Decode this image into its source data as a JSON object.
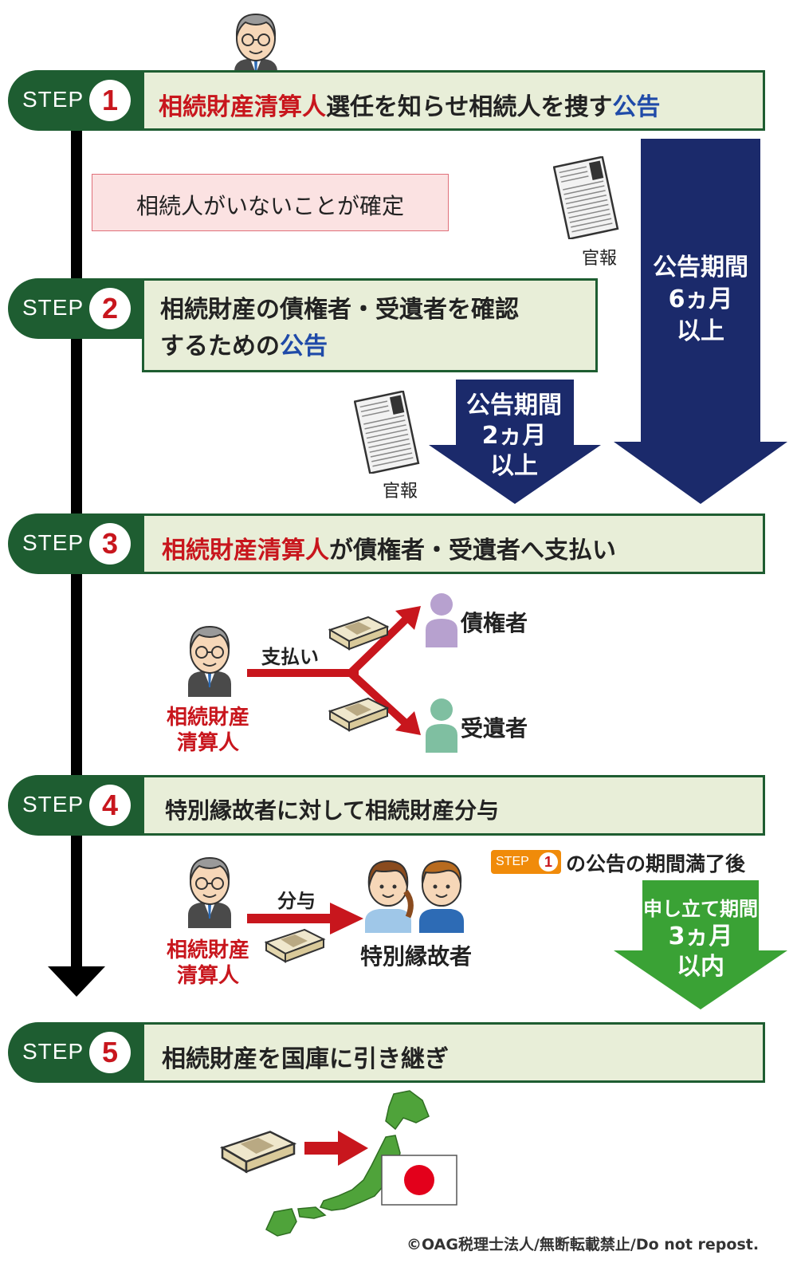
{
  "colors": {
    "step_green": "#1e5d31",
    "box_fill": "#e8eed8",
    "navy": "#1b2a6b",
    "accent_red": "#c8161d",
    "bright_green": "#3aa235",
    "orange": "#f08b0a"
  },
  "step_word": "STEP",
  "steps": [
    {
      "num": "1",
      "pre": "",
      "red": "相続財産清算人",
      "mid": "選任を知らせ相続人を捜す",
      "blue": "公告"
    },
    {
      "num": "2",
      "line1": "相続財産の債権者・受遺者を確認",
      "line2_pre": "するための",
      "blue": "公告"
    },
    {
      "num": "3",
      "red": "相続財産清算人",
      "rest": "が債権者・受遺者へ支払い"
    },
    {
      "num": "4",
      "text": "特別縁故者に対して相続財産分与"
    },
    {
      "num": "5",
      "text": "相続財産を国庫に引き継ぎ"
    }
  ],
  "note_no_heir": "相続人がいないことが確定",
  "kanpo": "官報",
  "period6": {
    "line1": "公告期間",
    "line2": "6ヵ月",
    "line3": "以上"
  },
  "period2": {
    "line1": "公告期間",
    "line2": "2ヵ月",
    "line3": "以上"
  },
  "step3_figure": {
    "payment": "支払い",
    "creditor": "債権者",
    "legatee": "受遺者",
    "administrator_line1": "相続財産",
    "administrator_line2": "清算人"
  },
  "step4_figure": {
    "distribution": "分与",
    "special": "特別縁故者",
    "administrator_line1": "相続財産",
    "administrator_line2": "清算人",
    "badge_step": "STEP",
    "badge_num": "1",
    "after": "の公告の期間満了後"
  },
  "period3": {
    "line1": "申し立て期間",
    "line2": "3ヵ月",
    "line3": "以内"
  },
  "copyright": "©OAG税理士法人/無断転載禁止/Do not repost.",
  "icons": [
    "administrator-avatar-icon",
    "newspaper-icon",
    "person-icon",
    "money-bundle-icon",
    "japan-map-icon",
    "japan-flag-icon"
  ]
}
